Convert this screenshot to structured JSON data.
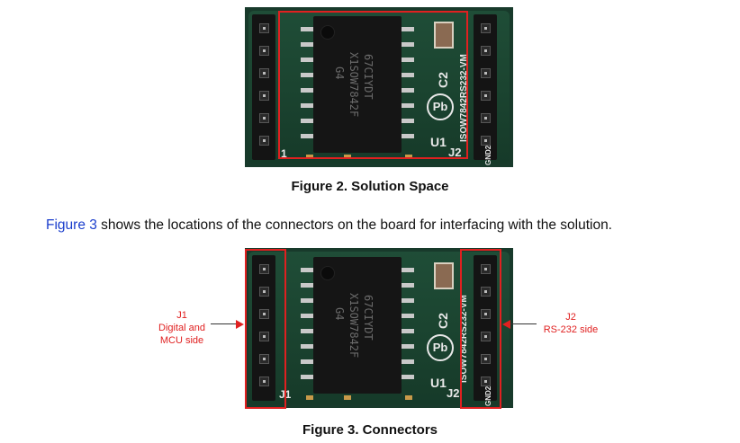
{
  "figure2": {
    "caption": "Figure 2. Solution Space",
    "board": {
      "chip_marking_1": "67CIYDT",
      "chip_marking_2": "X1SOW7842F",
      "chip_marking_3": "G4",
      "label_u1": "U1",
      "label_j2": "J2",
      "label_c2": "C2",
      "label_gnd2": "GND2",
      "label_iso": "ISOW7842RS232-VM",
      "label_j1": "1"
    }
  },
  "paragraph": {
    "link_text": "Figure 3",
    "rest_text": " shows the locations of the connectors on the board for interfacing with the solution."
  },
  "figure3": {
    "caption": "Figure 3. Connectors",
    "callout_left": {
      "line1": "J1",
      "line2": "Digital and",
      "line3": "MCU side"
    },
    "callout_right": {
      "line1": "J2",
      "line2": "RS-232 side"
    },
    "board": {
      "chip_marking_1": "67CIYDT",
      "chip_marking_2": "X1SOW7842F",
      "chip_marking_3": "G4",
      "label_u1": "U1",
      "label_j2": "J2",
      "label_c2": "C2",
      "label_gnd2": "GND2",
      "label_iso": "ISOW7842RS232-VM",
      "label_j1": "J1"
    }
  },
  "colors": {
    "highlight_red": "#e02020",
    "link_blue": "#1a3dcc",
    "pcb_green": "#1b4430"
  }
}
